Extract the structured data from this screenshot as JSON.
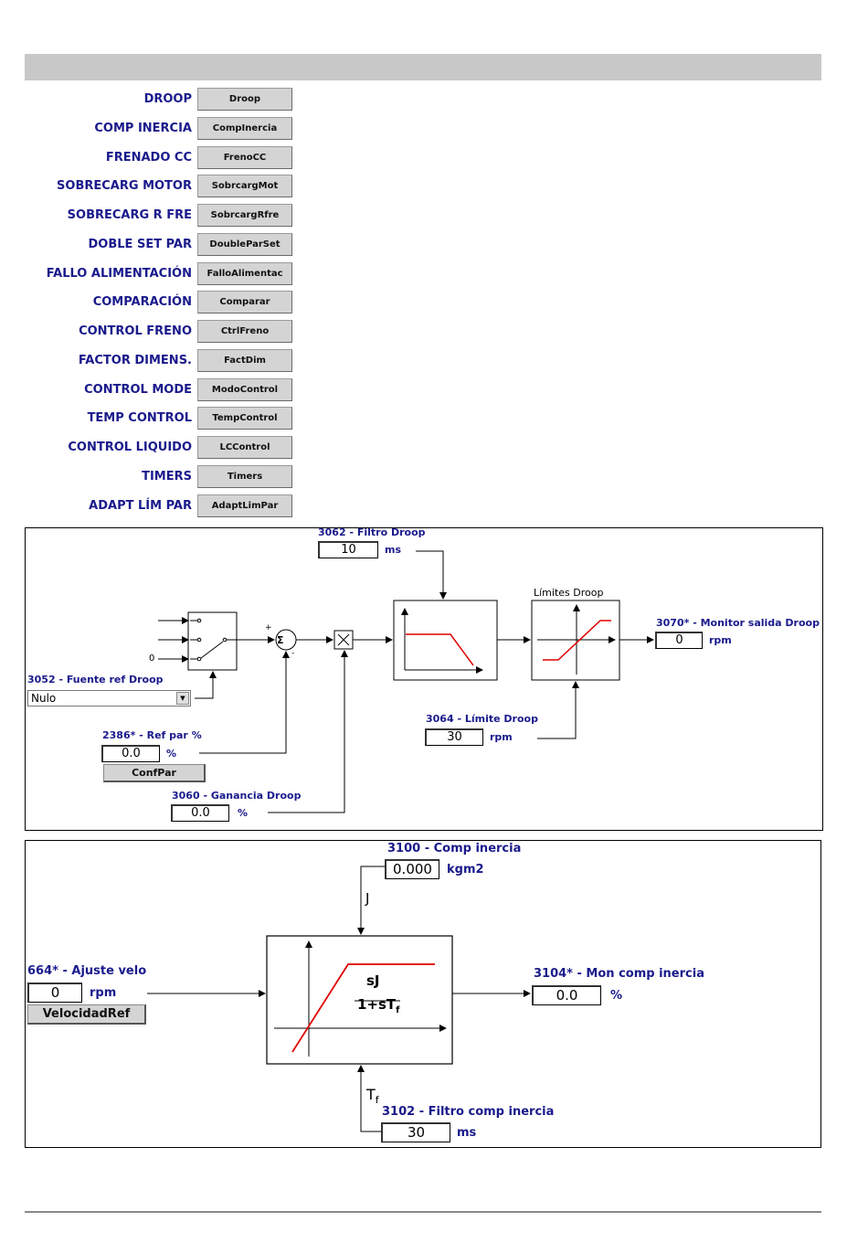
{
  "menu": [
    {
      "label": "DROOP",
      "button": "Droop"
    },
    {
      "label": "COMP INERCIA",
      "button": "CompInercia"
    },
    {
      "label": "FRENADO CC",
      "button": "FrenoCC"
    },
    {
      "label": "SOBRECARG MOTOR",
      "button": "SobrcargMot"
    },
    {
      "label": "SOBRECARG R FRE",
      "button": "SobrcargRfre"
    },
    {
      "label": "DOBLE SET PAR",
      "button": "DoubleParSet"
    },
    {
      "label": "FALLO ALIMENTACIÓN",
      "button": "FalloAlimentac"
    },
    {
      "label": "COMPARACIÓN",
      "button": "Comparar"
    },
    {
      "label": "CONTROL FRENO",
      "button": "CtrlFreno"
    },
    {
      "label": "FACTOR DIMENS.",
      "button": "FactDim"
    },
    {
      "label": "CONTROL MODE",
      "button": "ModoControl"
    },
    {
      "label": "TEMP CONTROL",
      "button": "TempControl"
    },
    {
      "label": "CONTROL LIQUIDO",
      "button": "LCControl"
    },
    {
      "label": "TIMERS",
      "button": "Timers"
    },
    {
      "label": "ADAPT LÍM PAR",
      "button": "AdaptLimPar"
    }
  ],
  "droop": {
    "filtro_label": "3062 - Filtro Droop",
    "filtro_value": "10",
    "filtro_unit": "ms",
    "limites_title": "Límites Droop",
    "monitor_label": "3070* - Monitor salida Droop",
    "monitor_value": "0",
    "monitor_unit": "rpm",
    "fuente_label": "3052 - Fuente ref Droop",
    "fuente_value": "Nulo",
    "limite_label": "3064 - Límite Droop",
    "limite_value": "30",
    "limite_unit": "rpm",
    "refpar_label": "2386* - Ref par %",
    "refpar_value": "0.0",
    "refpar_unit": "%",
    "confpar_button": "ConfPar",
    "ganancia_label": "3060 - Ganancia Droop",
    "ganancia_value": "0.0",
    "ganancia_unit": "%",
    "switch_zero": "0",
    "sum_symbol": "Σ",
    "plus": "+",
    "minus": "-"
  },
  "inercia": {
    "comp_label": "3100 - Comp inercia",
    "comp_value": "0.000",
    "comp_unit": "kgm2",
    "j_label": "J",
    "ajuste_label": "664* - Ajuste velo",
    "ajuste_value": "0",
    "ajuste_unit": "rpm",
    "velref_button": "VelocidadRef",
    "mon_label": "3104* - Mon comp inercia",
    "mon_value": "0.0",
    "mon_unit": "%",
    "formula_num": "sJ",
    "formula_den_prefix": "1+sT",
    "formula_den_sub": "f",
    "tf_main": "T",
    "tf_sub": "f",
    "filtro_label": "3102 - Filtro comp inercia",
    "filtro_value": "30",
    "filtro_unit": "ms"
  }
}
